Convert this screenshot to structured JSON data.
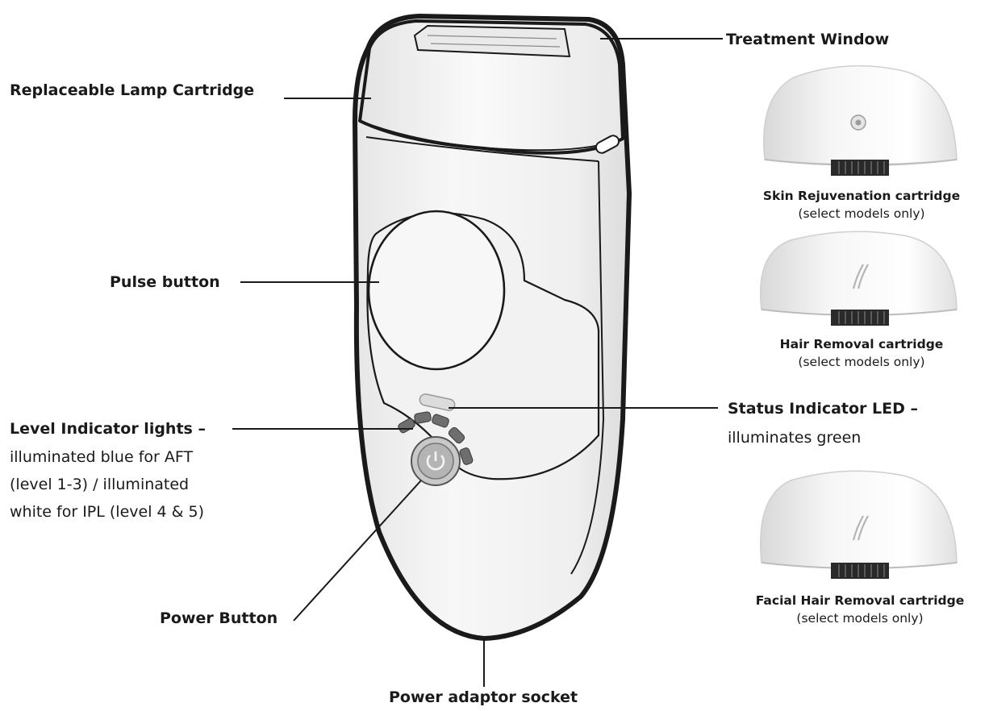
{
  "labels": {
    "replaceable_lamp": "Replaceable Lamp Cartridge",
    "treatment_window": "Treatment Window",
    "pulse_button": "Pulse button",
    "level_indicator_title": "Level Indicator lights –",
    "level_indicator_line1": "illuminated blue for AFT",
    "level_indicator_line2": "(level 1-3) / illuminated",
    "level_indicator_line3": "white for IPL (level 4 & 5)",
    "status_led_title": "Status Indicator LED –",
    "status_led_desc": "illuminates green",
    "power_button": "Power Button",
    "power_socket": "Power adaptor socket"
  },
  "cartridges": [
    {
      "title": "Skin Rejuvenation cartridge",
      "note": "(select models only)",
      "icon": "dot-icon"
    },
    {
      "title": "Hair Removal cartridge",
      "note": "(select models only)",
      "icon": "hair-stroke-icon"
    },
    {
      "title": "Facial Hair Removal cartridge",
      "note": "(select models only)",
      "icon": "hair-stroke-icon"
    }
  ],
  "colors": {
    "line": "#1a1a1a",
    "body_fill": "#f4f4f4",
    "shade": "#e2e2e2"
  }
}
